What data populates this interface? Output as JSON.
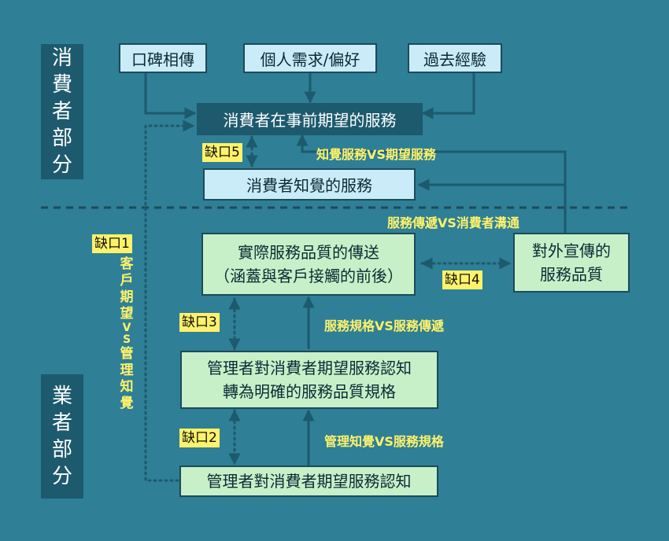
{
  "sections": {
    "consumer": [
      "消",
      "費",
      "者",
      "部",
      "分"
    ],
    "provider": [
      "業",
      "者",
      "部",
      "分"
    ]
  },
  "boxes": {
    "word_of_mouth": "口碑相傳",
    "personal_needs": "個人需求/偏好",
    "past_experience": "過去經驗",
    "expected_service": "消費者在事前期望的服務",
    "perceived_service": "消費者知覺的服務",
    "service_delivery_line1": "實際服務品質的傳送",
    "service_delivery_line2": "（涵蓋與客戶接觸的前後）",
    "external_comm_line1": "對外宣傳的",
    "external_comm_line2": "服務品質",
    "spec_line1": "管理者對消費者期望服務認知",
    "spec_line2": "轉為明確的服務品質規格",
    "mgmt_perception": "管理者對消費者期望服務認知"
  },
  "gaps": {
    "gap1": "缺口1",
    "gap2": "缺口2",
    "gap3": "缺口3",
    "gap4": "缺口4",
    "gap5": "缺口5"
  },
  "notes": {
    "perceived_vs_expected": "知覺服務VS期望服務",
    "delivery_vs_comm": "服務傳遞VS消費者溝通",
    "spec_vs_delivery": "服務規格VS服務傳遞",
    "perception_vs_spec": "管理知覺VS服務規格",
    "customer_vs_mgmt": [
      "客",
      "戶",
      "期",
      "望",
      "V",
      "S",
      "管",
      "理",
      "知",
      "覺"
    ]
  },
  "colors": {
    "background": "#2f7f96",
    "section_panel": "#1d5a6e",
    "light_box": "#c9ecf8",
    "green_box": "#c8f0c8",
    "gap_label": "#fff26a",
    "connector": "#1d5a6e"
  }
}
